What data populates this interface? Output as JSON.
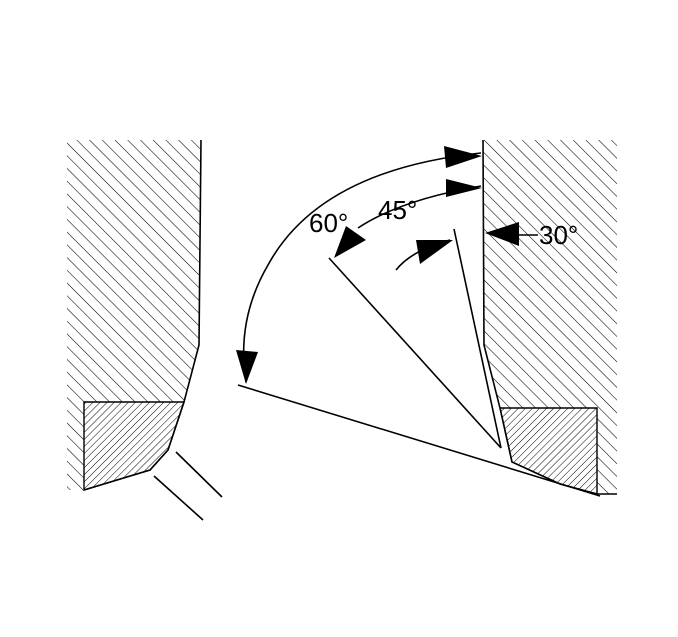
{
  "diagram": {
    "labels": {
      "angle_60": "60°",
      "angle_45": "45°",
      "angle_30": "30°"
    },
    "colors": {
      "ink": "#000000",
      "paper": "#ffffff"
    }
  }
}
